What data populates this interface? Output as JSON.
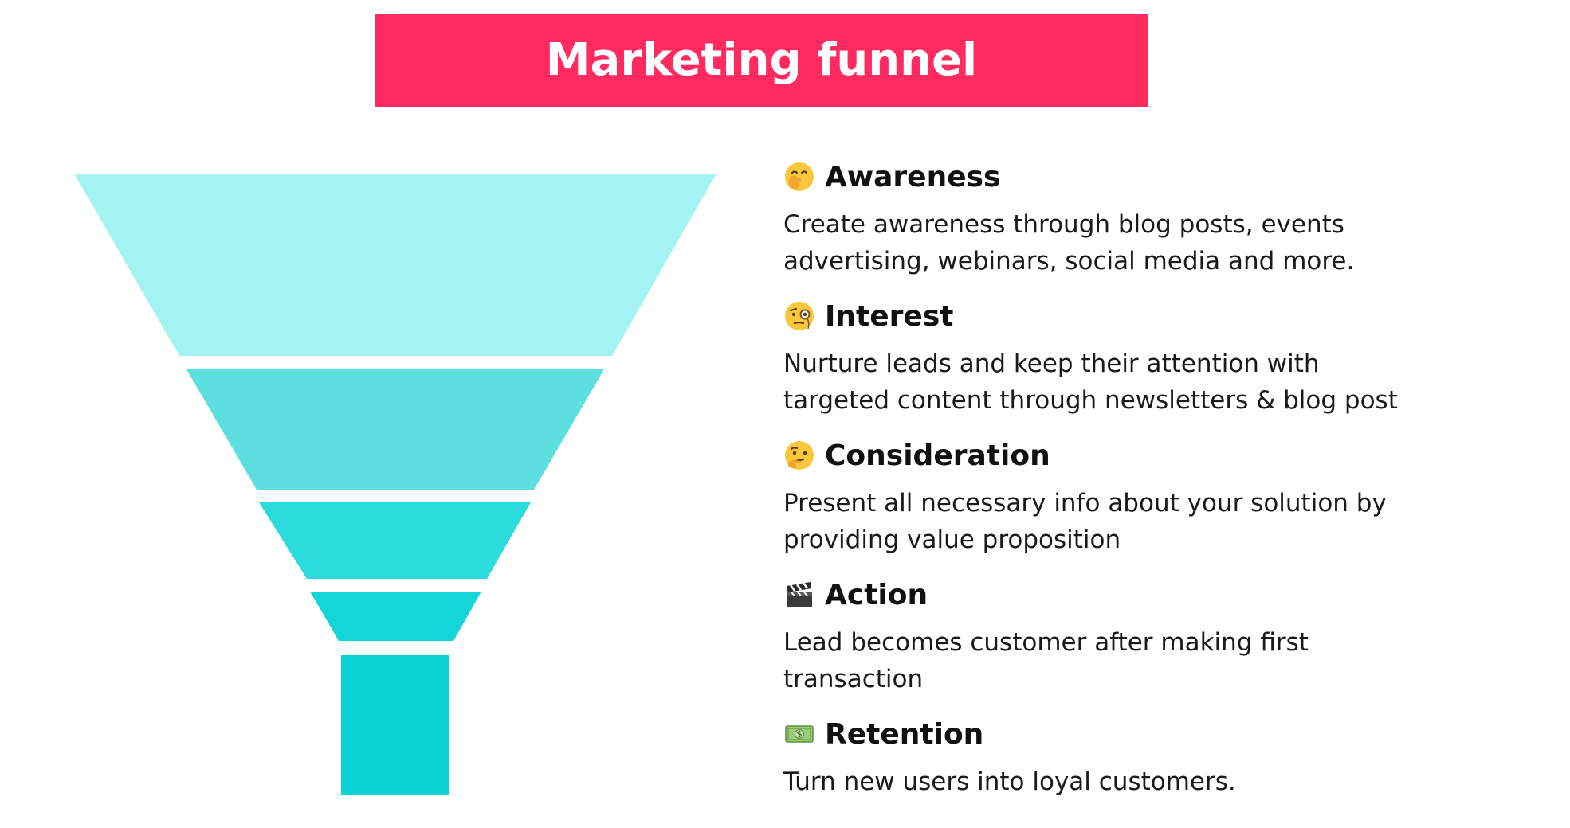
{
  "title": "Marketing funnel",
  "colors": {
    "banner": "#ff2a5f",
    "banner_text": "#ffffff",
    "funnel_layers": [
      "#a3f3f3",
      "#5ddfe0",
      "#2cdbdc",
      "#14d6d8",
      "#0ad3d5"
    ]
  },
  "stages": [
    {
      "name": "Awareness",
      "icon": "face-with-hand-over-mouth-icon",
      "description": [
        "Create awareness through blog posts, events",
        "advertising, webinars, social media and more."
      ]
    },
    {
      "name": "Interest",
      "icon": "face-with-monocle-icon",
      "description": [
        "Nurture leads and keep their attention with",
        "targeted content through newsletters & blog post"
      ]
    },
    {
      "name": "Consideration",
      "icon": "thinking-face-icon",
      "description": [
        "Present all necessary info about your solution by",
        "providing value proposition"
      ]
    },
    {
      "name": "Action",
      "icon": "clapper-board-icon",
      "description": [
        "Lead becomes customer after making first",
        "transaction"
      ]
    },
    {
      "name": "Retention",
      "icon": "dollar-banknote-icon",
      "description": [
        "Turn new users into loyal customers."
      ]
    }
  ]
}
